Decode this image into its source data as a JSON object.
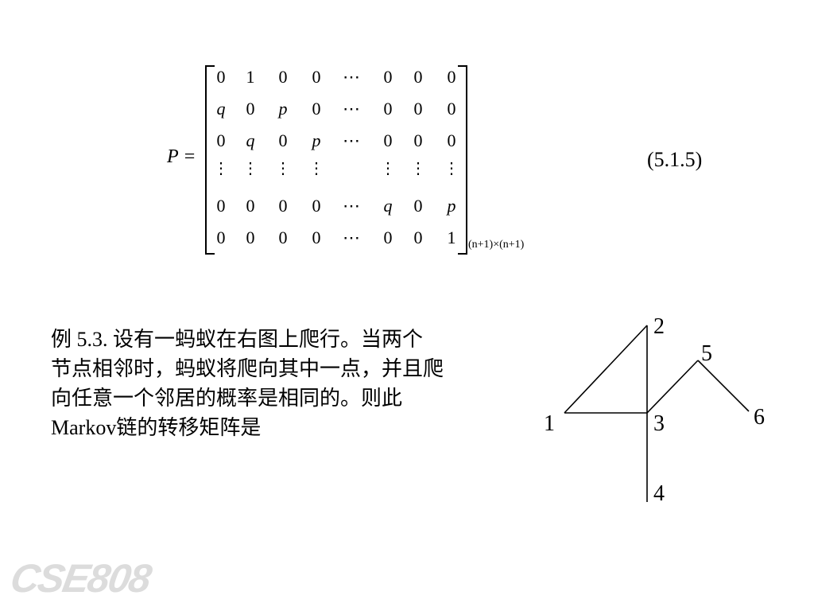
{
  "equation": {
    "lhs": "P =",
    "rows": [
      [
        "0",
        "1",
        "0",
        "0",
        "⋯",
        "0",
        "0",
        "0"
      ],
      [
        "q",
        "0",
        "p",
        "0",
        "⋯",
        "0",
        "0",
        "0"
      ],
      [
        "0",
        "q",
        "0",
        "p",
        "⋯",
        "0",
        "0",
        "0"
      ],
      [
        "⋮",
        "⋮",
        "⋮",
        "⋮",
        "",
        "⋮",
        "⋮",
        "⋮"
      ],
      [
        "0",
        "0",
        "0",
        "0",
        "⋯",
        "q",
        "0",
        "p"
      ],
      [
        "0",
        "0",
        "0",
        "0",
        "⋯",
        "0",
        "0",
        "1"
      ]
    ],
    "subscript": "(n+1)×(n+1)",
    "number": "(5.1.5)"
  },
  "example": {
    "lines": [
      "例 5.3.  设有一蚂蚁在右图上爬行。当两个",
      "节点相邻时，蚂蚁将爬向其中一点，并且爬",
      "向任意一个邻居的概率是相同的。则此",
      "Markov链的转移矩阵是"
    ]
  },
  "graph": {
    "nodes": [
      {
        "id": "1",
        "label": "1"
      },
      {
        "id": "2",
        "label": "2"
      },
      {
        "id": "3",
        "label": "3"
      },
      {
        "id": "4",
        "label": "4"
      },
      {
        "id": "5",
        "label": "5"
      },
      {
        "id": "6",
        "label": "6"
      }
    ],
    "edges": [
      [
        "1",
        "2"
      ],
      [
        "1",
        "3"
      ],
      [
        "2",
        "3"
      ],
      [
        "3",
        "4"
      ],
      [
        "3",
        "5"
      ],
      [
        "5",
        "6"
      ]
    ]
  },
  "watermark": "CSE808"
}
